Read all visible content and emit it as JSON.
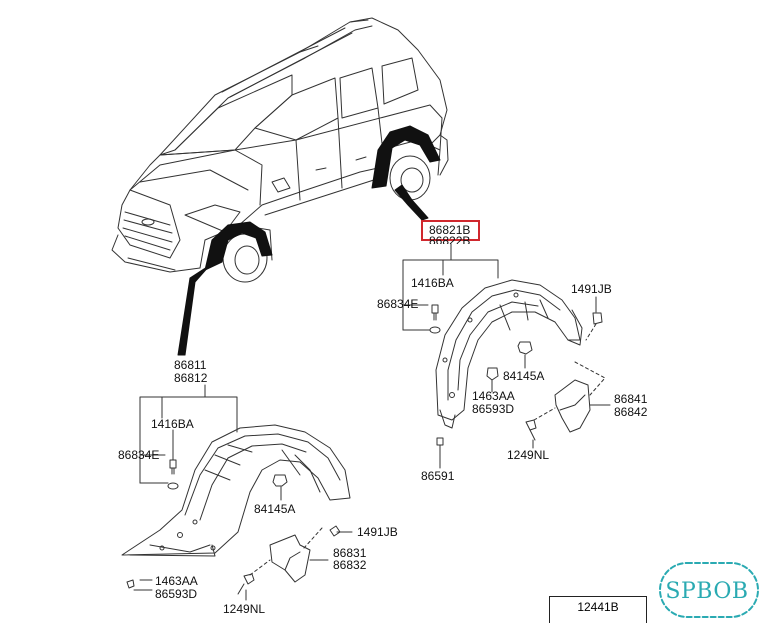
{
  "labels": {
    "front_part_1": "86811",
    "front_part_2": "86812",
    "front_clip_left": "1416BA",
    "front_washer": "86834E",
    "front_nut": "84145A",
    "front_screw_1": "1463AA",
    "front_screw_2": "86593D",
    "front_screw_right": "1491JB",
    "front_mudguard_1": "86831",
    "front_mudguard_2": "86832",
    "front_bolt": "1249NL",
    "rear_part_1": "86821B",
    "rear_part_2": "86822B",
    "rear_clip": "1416BA",
    "rear_washer": "86834E",
    "rear_screw_top": "1491JB",
    "rear_nut": "84145A",
    "rear_screw_1": "1463AA",
    "rear_screw_2": "86593D",
    "rear_mudguard_1": "86841",
    "rear_mudguard_2": "86842",
    "rear_bolt": "1249NL",
    "rear_screw_bottom": "86591",
    "ref_box": "12441B"
  },
  "logo": {
    "text": "SPBOB",
    "color": "#2aaab2"
  },
  "colors": {
    "highlight": "#d0282e",
    "line": "#222222"
  }
}
